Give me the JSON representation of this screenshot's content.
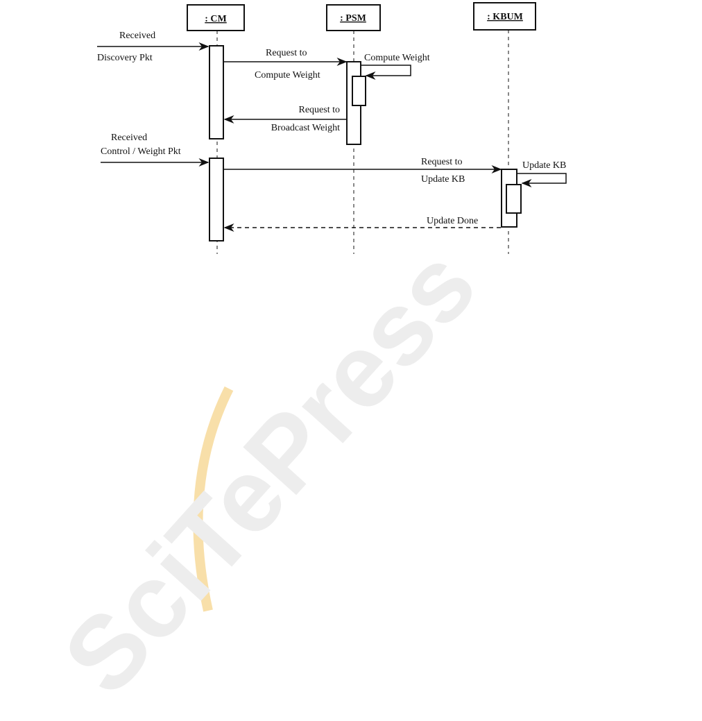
{
  "diagram": {
    "type": "sequence",
    "lifelines": [
      {
        "id": "cm",
        "label": ": CM"
      },
      {
        "id": "psm",
        "label": ": PSM"
      },
      {
        "id": "kbum",
        "label": ": KBUM"
      }
    ],
    "messages": [
      {
        "from": "external",
        "to": "cm",
        "line1": "Received",
        "line2": "Discovery Pkt",
        "style": "solid"
      },
      {
        "from": "cm",
        "to": "psm",
        "line1": "Request to",
        "line2": "Compute Weight",
        "style": "solid"
      },
      {
        "from": "psm",
        "to": "psm",
        "line1": "Compute Weight",
        "style": "self"
      },
      {
        "from": "psm",
        "to": "cm",
        "line1": "Request to",
        "line2": "Broadcast Weight",
        "style": "solid"
      },
      {
        "from": "external",
        "to": "cm",
        "line1": "Received",
        "line2": "Control / Weight Pkt",
        "style": "solid"
      },
      {
        "from": "cm",
        "to": "kbum",
        "line1": "Request to",
        "line2": "Update KB",
        "style": "solid"
      },
      {
        "from": "kbum",
        "to": "kbum",
        "line1": "Update KB",
        "style": "self"
      },
      {
        "from": "kbum",
        "to": "cm",
        "line1": "Update Done",
        "style": "dashed"
      }
    ]
  },
  "watermark": {
    "text": "SciTePress",
    "color": "#e6e6e6",
    "accent": "#f5c56b"
  }
}
